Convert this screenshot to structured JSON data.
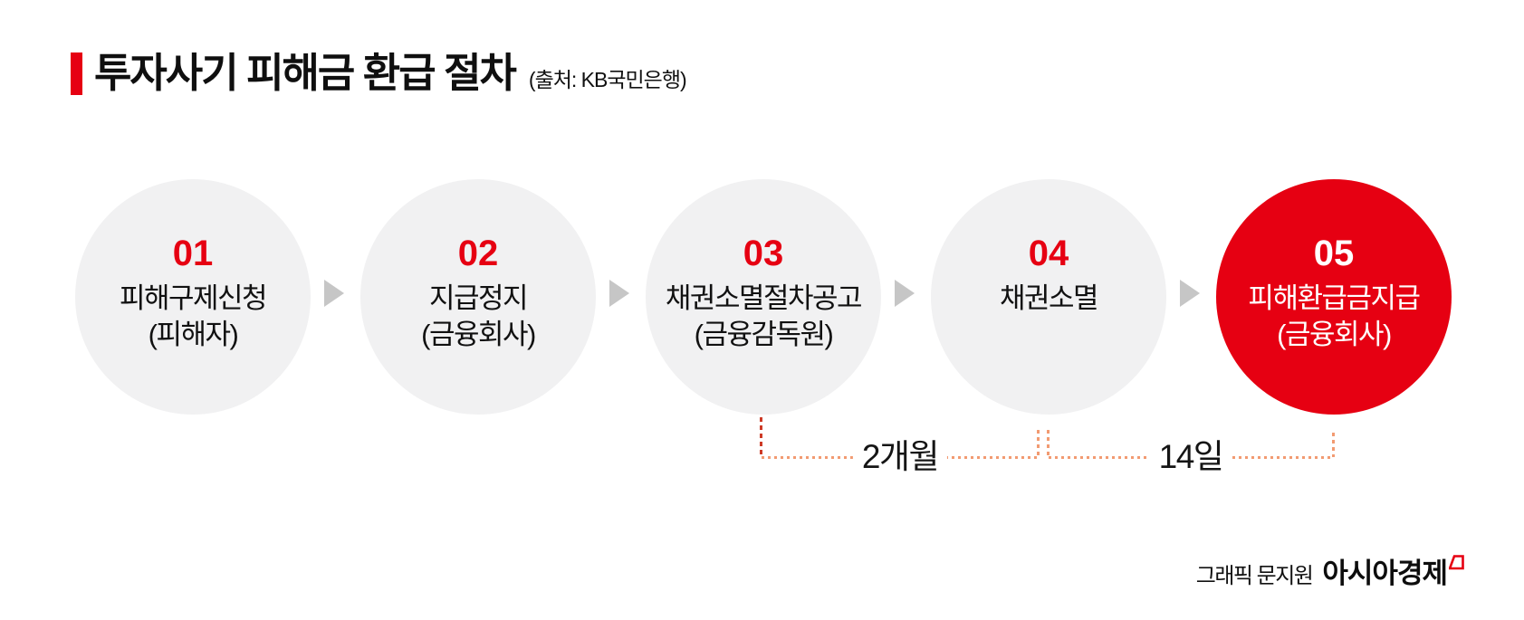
{
  "header": {
    "title": "투자사기 피해금 환급 절차",
    "source": "(출처: KB국민은행)"
  },
  "steps": [
    {
      "number": "01",
      "name": "피해구제신청",
      "actor": "(피해자)"
    },
    {
      "number": "02",
      "name": "지급정지",
      "actor": "(금융회사)"
    },
    {
      "number": "03",
      "name": "채권소멸절차공고",
      "actor": "(금융감독원)"
    },
    {
      "number": "04",
      "name": "채권소멸",
      "actor": ""
    },
    {
      "number": "05",
      "name": "피해환급금지급",
      "actor": "(금융회사)"
    }
  ],
  "durations": [
    {
      "label": "2개월",
      "between": "03-04"
    },
    {
      "label": "14일",
      "between": "04-05"
    }
  ],
  "credit": {
    "caption": "그래픽 문지원",
    "brand": "아시아경제"
  },
  "colors": {
    "accent": "#e60012",
    "circle_gray": "#f1f1f2",
    "arrow_gray": "#c6c6c6",
    "text_dark": "#111111",
    "dot_orange": "#f29b72",
    "stub_red": "#cd3a26"
  }
}
